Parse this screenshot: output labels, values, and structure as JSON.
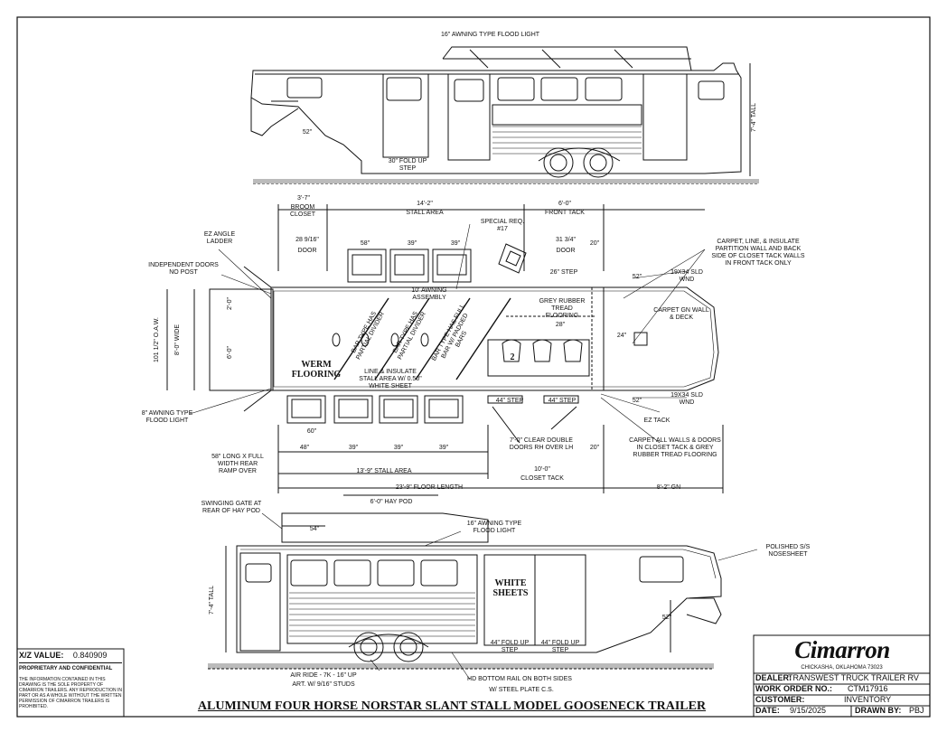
{
  "top_view": {
    "labels": {
      "awning_light": "16\" AWNING TYPE FLOOD LIGHT",
      "height": "7'-4\" TALL",
      "fold_step": "30\" FOLD UP STEP",
      "dim_52": "52\""
    }
  },
  "plan_view": {
    "dims": {
      "broom_closet_w": "3'-7\"",
      "broom_closet": "BROOM CLOSET",
      "stall_area_w": "14'-2\"",
      "stall_area": "STALL AREA",
      "front_tack_w": "6'-0\"",
      "front_tack": "FRONT TACK",
      "door_w": "28 9/16\"",
      "door": "DOOR",
      "door2_w": "31 3/4\"",
      "door2": "DOOR",
      "win_58": "58\"",
      "win_39a": "39\"",
      "win_39b": "39\"",
      "dim_20": "20\"",
      "dim_52a": "52\"",
      "dim_52b": "52\"",
      "dim_48": "48\"",
      "dim_39c": "39\"",
      "dim_39d": "39\"",
      "dim_39e": "39\"",
      "dim_20b": "20\"",
      "dim_60": "60\"",
      "step_44a": "44\" STEP",
      "step_44b": "44\" STEP",
      "step_26": "26\" STEP",
      "width_aw": "101 1/2\" O.A.W.",
      "width_inside": "8'-0\" WIDE",
      "dim_6_0": "6'-0\"",
      "dim_2_0": "2'-0\"",
      "stall_area_len": "13'-9\" STALL AREA",
      "closet_tack_len": "10'-0\"",
      "closet_tack": "CLOSET TACK",
      "floor_length": "23'-9\" FLOOR LENGTH",
      "gn": "8'-2\" GN",
      "dim_24": "24\"",
      "dim_28": "28\"",
      "dim_19x34a": "19X34 SLD WND",
      "dim_19x34b": "19X34 SLD WND"
    },
    "notes": {
      "ez_angle": "EZ ANGLE LADDER",
      "indep_doors": "INDEPENDENT DOORS NO POST",
      "awning_left": "8\" AWNING TYPE FLOOD LIGHT",
      "rear_ramp": "58\" LONG X FULL WIDTH REAR RAMP OVER",
      "special_req": "SPECIAL REQ. #17",
      "awning_assembly": "10' AWNING ASSEMBLY",
      "bar1": "BAR TYPE HAS PARTIAL DIVIDER",
      "bar2": "BAR TYPE HAS PARTIAL DIVIDER",
      "bar3": "BAR TYPE HAS FULL BAR W/ PADDED BARS",
      "carpet_note": "CARPET, LINE, & INSULATE PARTITION WALL AND BACK SIDE OF CLOSET TACK WALLS IN FRONT TACK ONLY",
      "carpet_gn": "CARPET GN WALL & DECK",
      "werm": "WERM FLOORING",
      "line_insulate": "LINE & INSULATE STALL AREA W/ 0.50\" WHITE SHEET",
      "ez_tack": "EZ TACK",
      "carpet_closet": "CARPET ALL WALLS & DOORS IN CLOSET TACK & GREY RUBBER TREAD FLOORING",
      "double_doors": "7'-0\" CLEAR DOUBLE DOORS RH OVER LH",
      "grey_rubber": "GREY RUBBER TREAD FLOORING",
      "saddle_count": "2"
    }
  },
  "side_view": {
    "labels": {
      "hay_pod_w": "6'-0\" HAY POD",
      "swing_gate": "SWINGING GATE AT REAR OF HAY POD",
      "dim_54": "54\"",
      "awning": "16\" AWNING TYPE FLOOD LIGHT",
      "nose": "POLISHED S/S NOSESHEET",
      "white_sheets": "WHITE SHEETS",
      "height": "7'-4\" TALL",
      "dim_52": "52\"",
      "fold_a": "44\" FOLD UP STEP",
      "fold_b": "44\" FOLD UP STEP",
      "air_ride": "AIR RIDE - 7K - 16\" UP",
      "art": "ART. W/ 9/16\" STUDS",
      "hd_rail": "HD BOTTOM RAIL ON BOTH SIDES",
      "steel_plate": "W/ STEEL PLATE C.S."
    }
  },
  "info_block": {
    "xz_label": "X/Z VALUE:",
    "xz_value": "0.840909",
    "proprietary": "PROPRIETARY AND CONFIDENTIAL",
    "disclaimer": "THE INFORMATION CONTAINED IN THIS DRAWING IS THE SOLE PROPERTY OF CIMARRON TRAILERS. ANY REPRODUCTION IN PART OR AS A WHOLE WITHOUT THE WRITTEN PERMISSION OF CIMARRON TRAILERS IS PROHIBITED."
  },
  "title_block": {
    "brand": "Cimarron",
    "location": "CHICKASHA, OKLAHOMA 73023",
    "dealer_label": "DEALER:",
    "dealer_value": "TRANSWEST TRUCK TRAILER RV",
    "work_order_label": "WORK ORDER NO.:",
    "work_order_value": "CTM17916",
    "customer_label": "CUSTOMER:",
    "customer_value": "INVENTORY",
    "date_label": "DATE:",
    "date_value": "9/15/2025",
    "drawn_label": "DRAWN BY:",
    "drawn_value": "PBJ"
  },
  "drawing_title": "ALUMINUM FOUR HORSE NORSTAR SLANT STALL MODEL GOOSENECK TRAILER"
}
